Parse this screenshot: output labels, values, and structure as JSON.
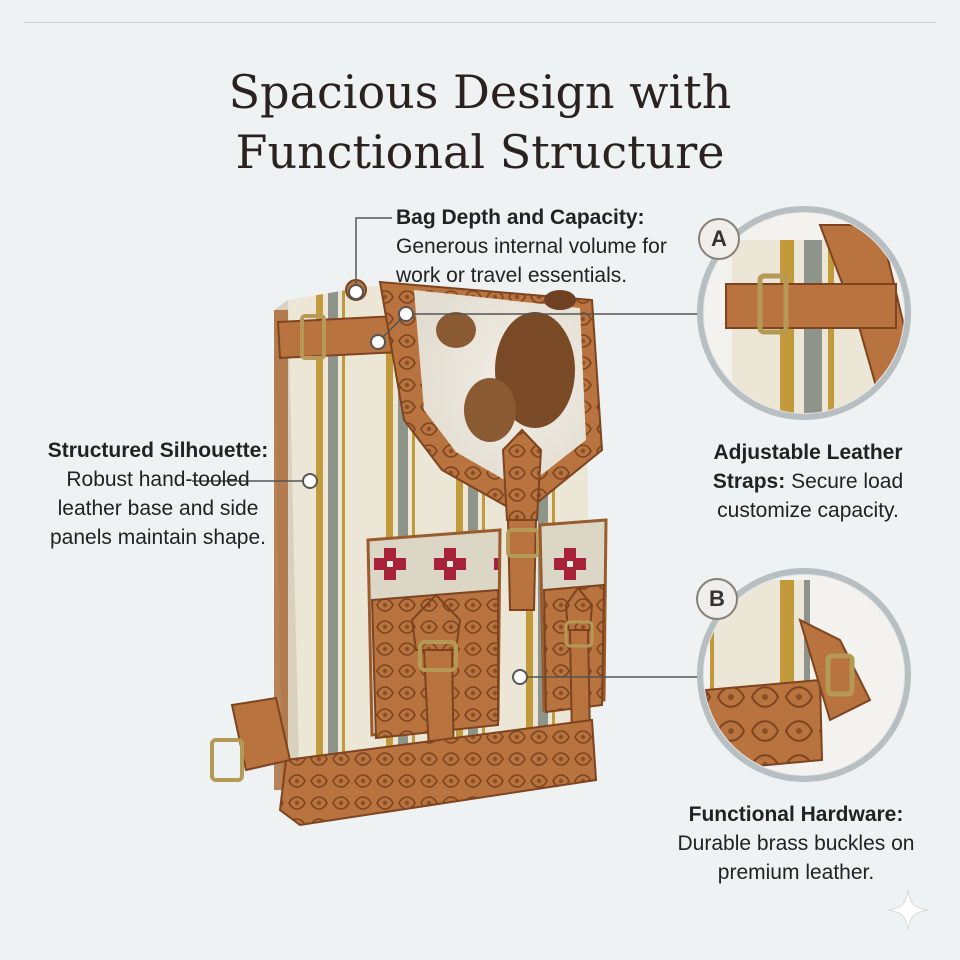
{
  "title": {
    "line1": "Spacious Design with",
    "line2": "Functional Structure"
  },
  "callouts": {
    "depth": {
      "heading": "Bag Depth and Capacity:",
      "body": "Generous internal volume for work or travel essentials."
    },
    "silhouette": {
      "heading": "Structured Silhouette:",
      "body": "Robust hand-tooled leather base and side panels maintain shape."
    },
    "straps": {
      "heading": "Adjustable Leather Straps:",
      "body": "Secure load customize capacity."
    },
    "hardware": {
      "heading": "Functional Hardware:",
      "body": "Durable brass buckles on premium leather."
    }
  },
  "badges": {
    "a": "A",
    "b": "B"
  },
  "colors": {
    "background": "#eef2f3",
    "leather": "#b8733f",
    "leather_dark": "#8a4f26",
    "canvas": "#ece6d6",
    "stripe_gold": "#c29a3c",
    "stripe_gray": "#8f948a",
    "accent_red": "#a8233a",
    "brass": "#b59a55"
  },
  "icons": {
    "sparkle": "sparkle-icon"
  }
}
